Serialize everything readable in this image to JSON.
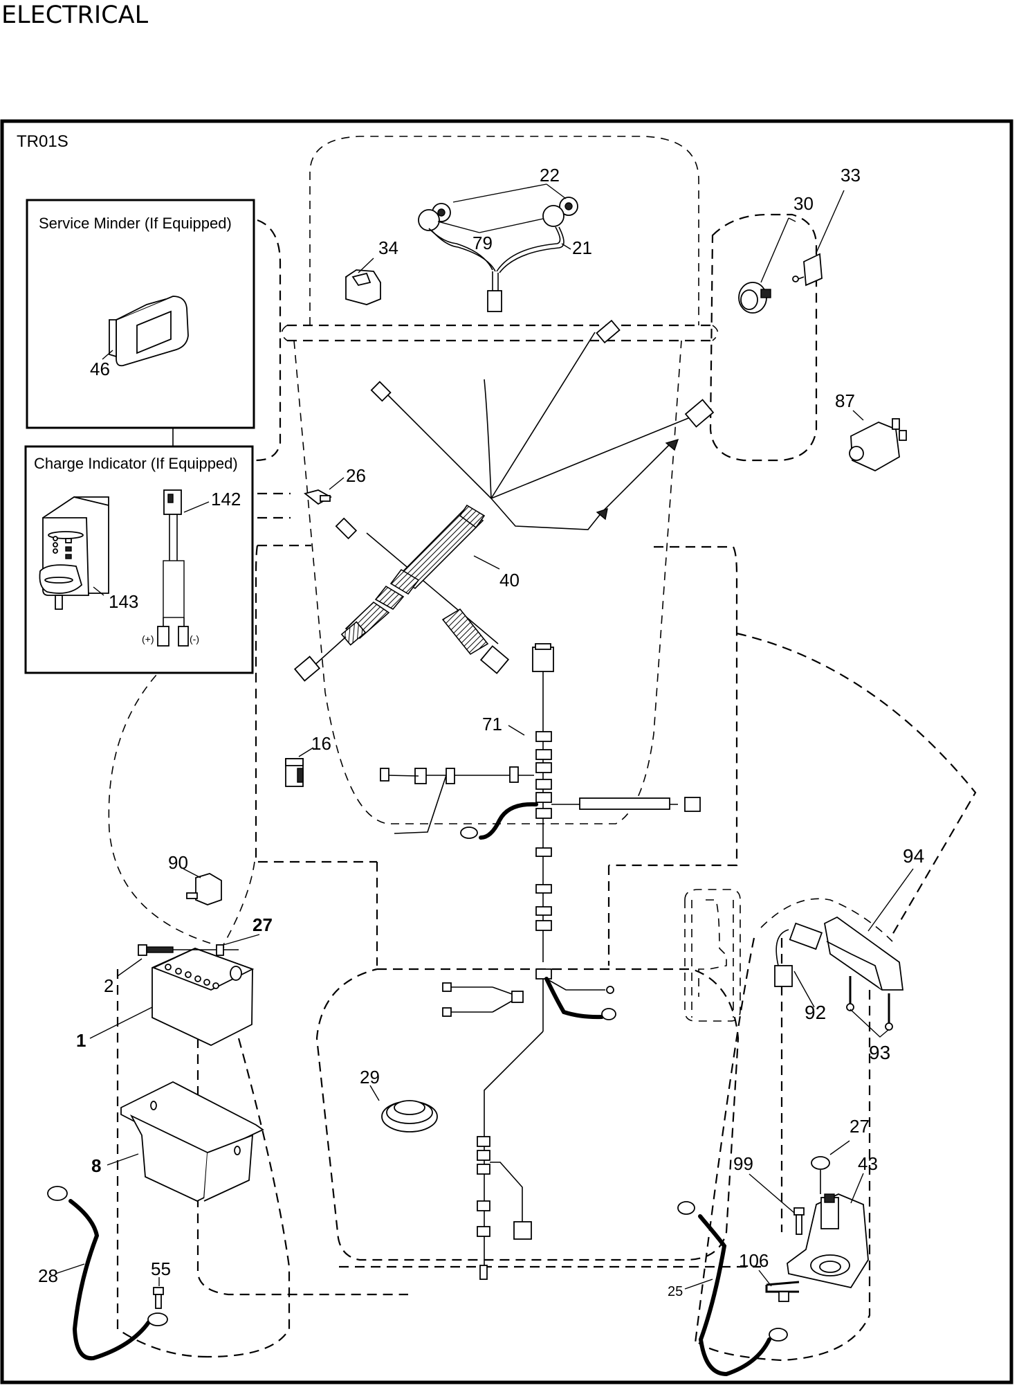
{
  "page": {
    "title": "ELECTRICAL",
    "diagram_code": "TR01S"
  },
  "insets": {
    "service_minder": {
      "title": "Service Minder (If Equipped)",
      "parts": [
        "46"
      ]
    },
    "charge_indicator": {
      "title": "Charge Indicator (If Equipped)",
      "parts": [
        "142",
        "143"
      ],
      "terminal_positive": "(+)",
      "terminal_negative": "(-)"
    }
  },
  "callouts": {
    "c46": "46",
    "c142": "142",
    "c143": "143",
    "c22": "22",
    "c79": "79",
    "c21": "21",
    "c34": "34",
    "c30": "30",
    "c33": "33",
    "c87": "87",
    "c26": "26",
    "c40": "40",
    "c71": "71",
    "c16": "16",
    "c90": "90",
    "c27a": "27",
    "c2": "2",
    "c1": "1",
    "c8": "8",
    "c28": "28",
    "c55": "55",
    "c29": "29",
    "c94": "94",
    "c92": "92",
    "c93": "93",
    "c27b": "27",
    "c99": "99",
    "c43": "43",
    "c106": "106",
    "c25": "25"
  }
}
